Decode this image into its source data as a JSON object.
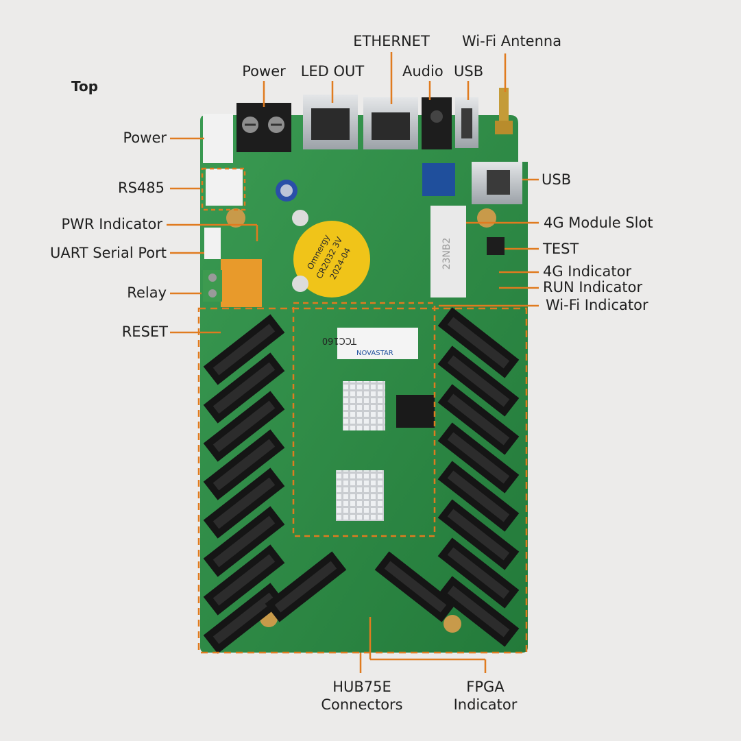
{
  "section_title": "Top",
  "labels": {
    "ethernet": "ETHERNET",
    "wifi_antenna": "Wi-Fi Antenna",
    "power_top": "Power",
    "led_out": "LED OUT",
    "audio": "Audio",
    "usb_top": "USB",
    "power_left": "Power",
    "rs485": "RS485",
    "pwr_indicator": "PWR Indicator",
    "uart_serial_port": "UART Serial Port",
    "relay": "Relay",
    "reset": "RESET",
    "usb_right": "USB",
    "module_slot_4g": "4G Module Slot",
    "test": "TEST",
    "indicator_4g": "4G Indicator",
    "run_indicator": "RUN Indicator",
    "wifi_indicator": "Wi-Fi Indicator",
    "hub75e_connectors": "HUB75E\nConnectors",
    "fpga_indicator": "FPGA\nIndicator"
  },
  "board_markings": {
    "battery_line1": "Omnergy",
    "battery_line2": "CR2032 3V",
    "battery_line3": "2024-04",
    "chip_model": "TCC160",
    "brand": "NOVASTAR",
    "module_mark": "23NB2"
  },
  "colors": {
    "accent": "#e07b1f",
    "pcb": "#2f8a45",
    "text": "#1f1f1f",
    "background": "#ecebea"
  }
}
